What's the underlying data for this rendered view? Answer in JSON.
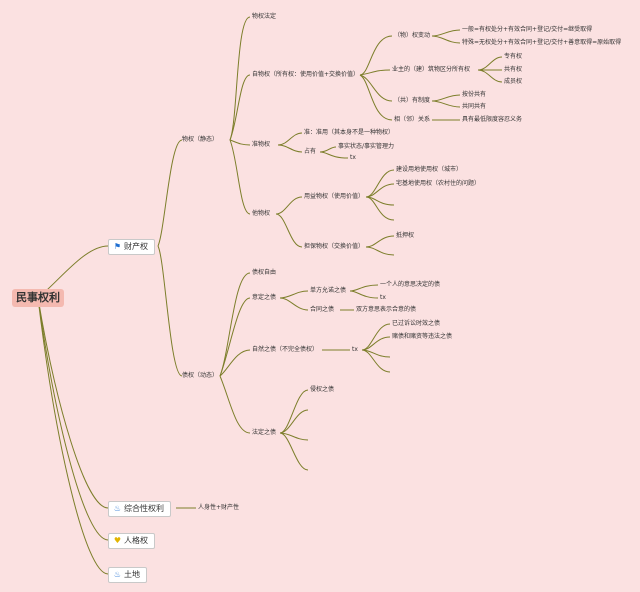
{
  "root": "民事权利",
  "icons": {
    "flag": "flag-icon",
    "flame": "flame-icon",
    "bulb": "lightbulb-icon"
  },
  "colors": {
    "background": "#fbe1e1",
    "root_fill": "#f4b9b0",
    "branch_line": "#7c7e2a",
    "icon_blue": "#1f6fd1"
  },
  "categories": {
    "property": "财产权",
    "comprehensive": "综合性权利",
    "personality": "人格权",
    "land": "土地",
    "comprehensive_note": "人身性+财产性"
  },
  "real_right": {
    "label": "物权（静态）",
    "legal_principle": "物权法定",
    "ownership": {
      "label": "自物权（所有权：使用价值+交换价值）",
      "change": {
        "label": "（物）权变动",
        "general": "一般=有权处分+有效合同+登记/交付=继受取得",
        "special": "特殊=无权处分+有效合同+登记/交付+善意取得=原始取得"
      },
      "building": {
        "label": "业主的（建）筑物区分所有权",
        "items": [
          "专有权",
          "共有权",
          "成员权"
        ]
      },
      "co_ownership": {
        "label": "（共）有制度",
        "items": [
          "按份共有",
          "共同共有"
        ]
      },
      "neighbor": {
        "label": "相（邻）关系",
        "note": "具有最低限度容忍义务"
      }
    },
    "quasi": {
      "label": "准物权",
      "def": "准：准用（其本身不是一种物权）",
      "possession": {
        "label": "占有",
        "items": [
          "事实状态/事实管理力",
          "tx"
        ]
      }
    },
    "others": {
      "label": "他物权",
      "usufruct": {
        "label": "用益物权（使用价值）",
        "items": [
          "建设用地使用权（城市）",
          "宅基地使用权（农村住的问题）"
        ]
      },
      "security": {
        "label": "担保物权（交换价值）",
        "items": [
          "抵押权"
        ]
      }
    }
  },
  "creditor": {
    "label": "债权（动态）",
    "freedom": "债权自由",
    "agreed": {
      "label": "意定之债",
      "unilateral": {
        "label": "单方允诺之债",
        "items": [
          "一个人的意思决定的债",
          "tx"
        ]
      },
      "contract": {
        "label": "合同之债",
        "note": "双方意思表示合意的债"
      }
    },
    "natural": {
      "label": "自然之债（不完全债权）",
      "tx": "tx",
      "items": [
        "已过诉讼时效之债",
        "赌债和赌资等违法之债"
      ]
    },
    "statutory": {
      "label": "法定之债",
      "items": [
        "侵权之债"
      ]
    }
  }
}
